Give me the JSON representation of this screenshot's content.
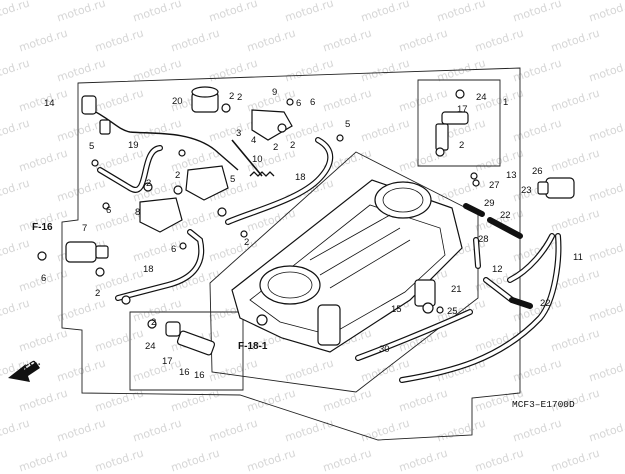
{
  "diagram": {
    "watermark": "motod.ru",
    "code": "MCF3–E1700D",
    "direction": "FR.",
    "refs": [
      "F-16",
      "F-18-1"
    ],
    "labels": [
      "1",
      "2",
      "24",
      "16",
      "17",
      "2",
      "3",
      "4",
      "5",
      "6",
      "7",
      "8",
      "9",
      "10",
      "11",
      "12",
      "13",
      "14",
      "15",
      "16",
      "17",
      "18",
      "18",
      "19",
      "2",
      "20",
      "21",
      "22",
      "22",
      "23",
      "24",
      "25",
      "26",
      "27",
      "28",
      "29",
      "30",
      "2",
      "2",
      "2",
      "5",
      "5",
      "6",
      "6",
      "6",
      "6",
      "2",
      "2",
      "2",
      "2"
    ]
  }
}
